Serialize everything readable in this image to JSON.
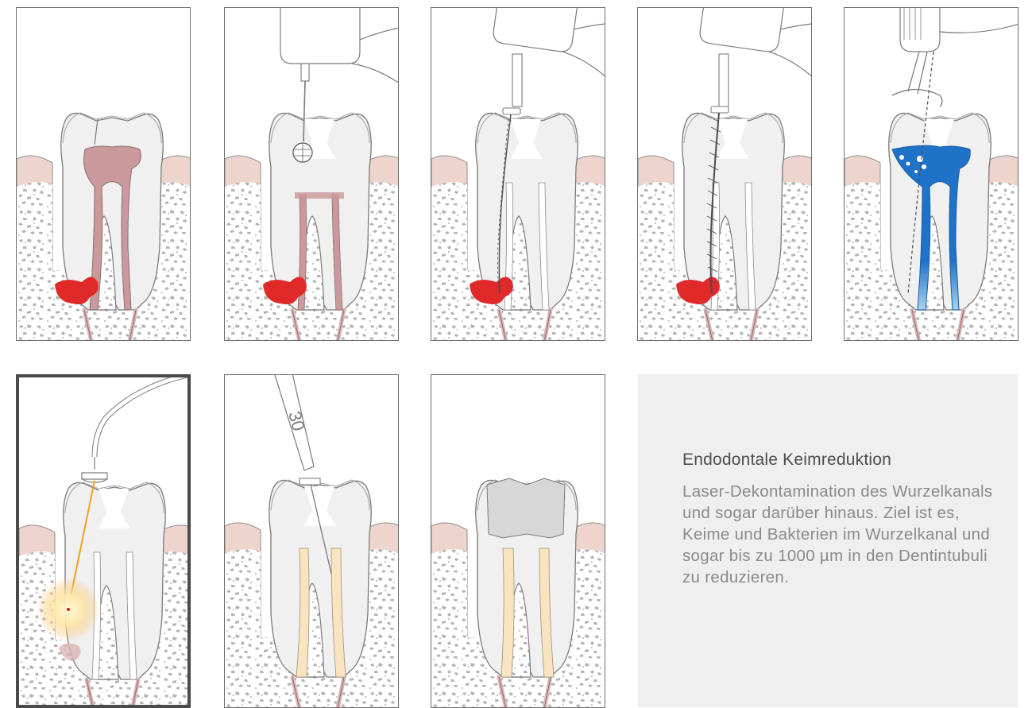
{
  "colors": {
    "tooth": "#f0f0f0",
    "enamel": "#e6e6e6",
    "gum": "#edd5cd",
    "bone_speckle": "#b5b5b5",
    "infected_pulp": "#c9999b",
    "lesion": "#e02a2a",
    "nerve": "#dbb4b4",
    "irrigant": "#1e73c8",
    "laser_beam": "#f0a020",
    "gutta_percha": "#f9e4c2",
    "filling": "#d7d7d7",
    "panel_border": "#6e6e6e",
    "info_bg": "#efefef"
  },
  "panels": [
    {
      "step": "infected",
      "icon": "infected-tooth-icon"
    },
    {
      "step": "access-opening",
      "icon": "drill-icon"
    },
    {
      "step": "canal-file",
      "icon": "endodontic-file-icon"
    },
    {
      "step": "canal-shaping",
      "icon": "rotary-file-icon"
    },
    {
      "step": "irrigation",
      "icon": "irrigation-tip-icon"
    },
    {
      "step": "laser-disinfection",
      "icon": "laser-fiber-icon",
      "selected": true
    },
    {
      "step": "obturation",
      "icon": "obturation-tool-icon",
      "instrument_label": "30"
    },
    {
      "step": "restoration",
      "icon": "restored-tooth-icon"
    }
  ],
  "info": {
    "title": "Endodontale Keimreduktion",
    "description": "Laser-Dekontamination des Wurzelkanals und sogar darüber hinaus. Ziel ist es, Keime und Bakterien im Wurzelkanal und sogar bis zu 1000 µm in den Dentintubuli zu reduzieren."
  }
}
